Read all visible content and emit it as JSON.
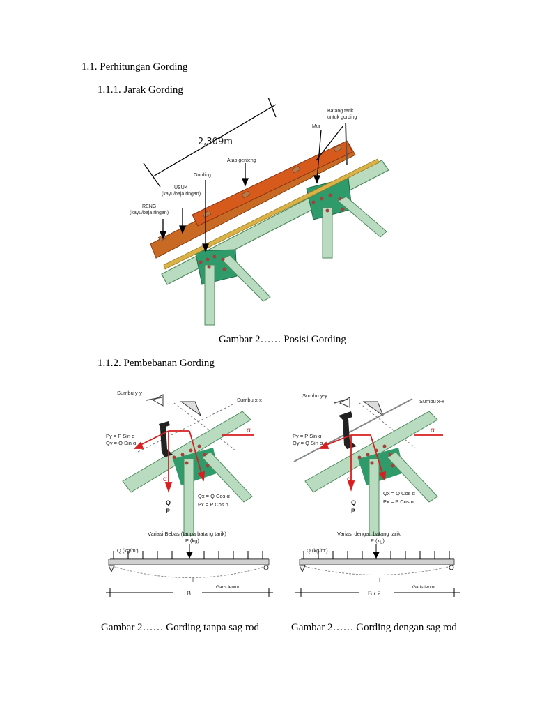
{
  "heading_1": "1.1. Perhitungan Gording",
  "heading_1_1": "1.1.1.   Jarak Gording",
  "figure1": {
    "dimension": "2,309m",
    "labels": {
      "batang_tarik_line1": "Batang tarik",
      "batang_tarik_line2": "untuk gording",
      "mur": "Mur",
      "atap": "Atap genteng",
      "gording": "Gording",
      "usuk_line1": "USUK",
      "usuk_line2": "(kayu/baja ringan)",
      "reng_line1": "RENG",
      "reng_line2": "(kayu/baja ringan)"
    },
    "caption": "Gambar 2…… Posisi Gording"
  },
  "heading_1_2": "1.1.2.   Pembebanan Gording",
  "figure2": {
    "left": {
      "sumbu_y": "Sumbu y-y",
      "sumbu_x": "Sumbu x-x",
      "py": "Py = P Sin α",
      "qy": "Qy = Q Sin α",
      "qx": "Qx = Q Cos α",
      "px": "Px = P Cos α",
      "alpha": "α",
      "q": "Q",
      "p": "P",
      "variant": "Variasi Bebas (tanpa batang tarik)",
      "p_kg": "P (kg)",
      "q_kgm": "Q (kg/m')",
      "f": "f",
      "span": "B",
      "garis": "Garis lentur"
    },
    "right": {
      "sumbu_y": "Sumbu y-y",
      "sumbu_x": "Sumbu x-x",
      "py": "Py = P Sin α",
      "qy": "Qy = Q Sin α",
      "qx": "Qx = Q Cos α",
      "px": "Px = P Cos α",
      "alpha": "α",
      "q": "Q",
      "p": "P",
      "variant": "Variasi dengan batang tarik",
      "p_kg": "P (kg)",
      "q_kgm": "Q (kg/m')",
      "f": "f",
      "span": "B / 2",
      "garis": "Garis lentur"
    },
    "caption_left": "Gambar 2…… Gording tanpa sag rod",
    "caption_right": "Gambar 2…… Gording dengan sag rod"
  },
  "colors": {
    "truss": "#b9dcc0",
    "truss_dark": "#4e8a5c",
    "gusset": "#2f9a6a",
    "bolt": "#a3403a",
    "wood": "#c96a24",
    "tile": "#d55a1c",
    "arrow": "#d81f1f"
  }
}
